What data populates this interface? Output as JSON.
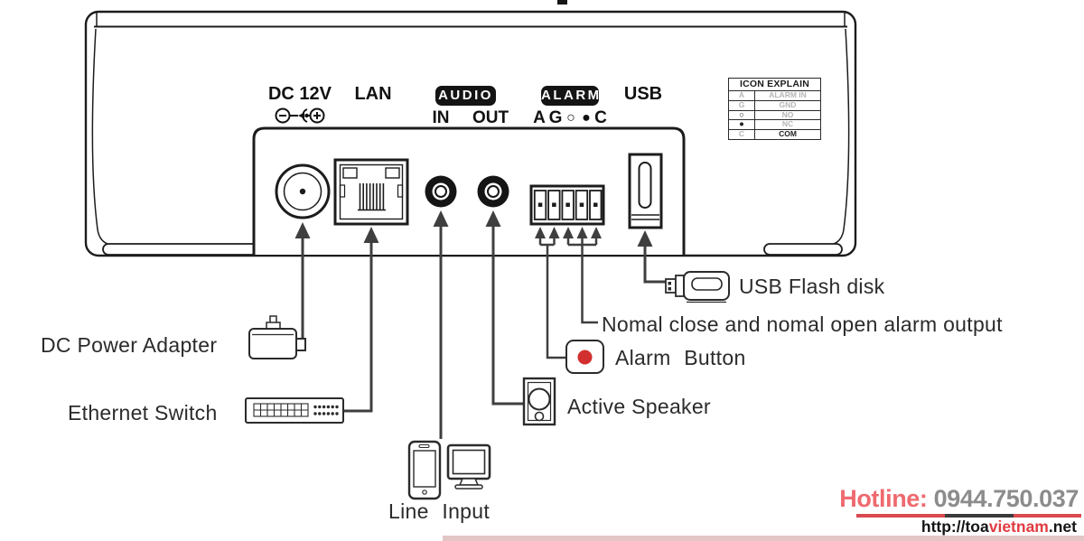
{
  "device": {
    "ports_header": {
      "dc_label": "DC 12V",
      "lan_label": "LAN",
      "audio_label": "AUDIO",
      "audio_in_label": "IN",
      "audio_out_label": "OUT",
      "alarm_label": "ALARM",
      "alarm_pin_a": "A",
      "alarm_pin_g": "G",
      "alarm_pin_no": "○",
      "alarm_pin_nc": "●",
      "alarm_pin_c": "C",
      "usb_label": "USB"
    },
    "icon_explain": {
      "title": "ICON EXPLAIN",
      "rows": [
        {
          "icon": "A",
          "meaning": "ALARM IN"
        },
        {
          "icon": "G",
          "meaning": "GND"
        },
        {
          "icon": "○",
          "meaning": "NO"
        },
        {
          "icon": "●",
          "meaning": "NC"
        },
        {
          "icon": "C",
          "meaning": "COM"
        }
      ]
    }
  },
  "callouts": {
    "dc_power_adapter": "DC Power Adapter",
    "ethernet_switch": "Ethernet Switch",
    "line_input": "Line Input",
    "active_speaker": "Active Speaker",
    "alarm_button": "Alarm Button",
    "alarm_output": "Nomal close and nomal open alarm output",
    "usb_flash_disk": "USB Flash disk"
  },
  "footer": {
    "hotline_label": "Hotline:",
    "hotline_number": "0944.750.037",
    "url_part1": "http://toa",
    "url_part2": "vietnam",
    "url_part3": ".net"
  },
  "colors": {
    "line_art": "#1c1c1c",
    "arrow": "#3f3f3f",
    "alarm_button_red": "#d22f2f",
    "hotline_red": "#ee6a6f",
    "hotline_number_gray": "#8c8c8c",
    "url_red": "#e03b41"
  }
}
